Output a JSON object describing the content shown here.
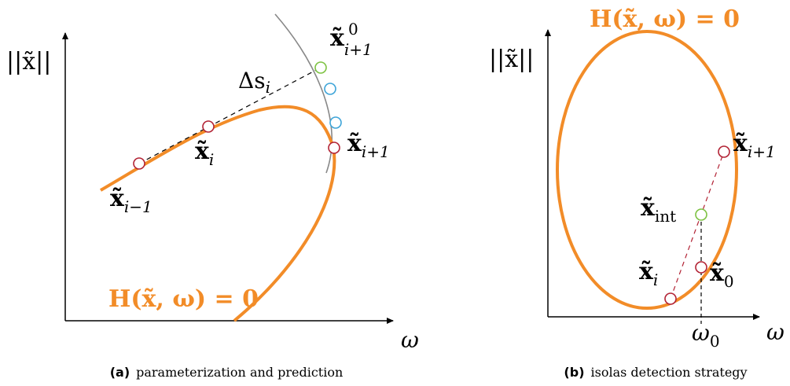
{
  "panel_a": {
    "y_axis_label": "||x̃||",
    "x_axis_label": "ω",
    "arc_label": "Δs",
    "arc_label_sub": "i",
    "point_prev": {
      "base": "x̃",
      "sub": "i−1"
    },
    "point_curr": {
      "base": "x̃",
      "sub": "i"
    },
    "point_next": {
      "base": "x̃",
      "sub": "i+1"
    },
    "predictor": {
      "base": "x̃",
      "sub": "i+1",
      "sup": "0"
    },
    "equation": "H(x̃, ω) = 0",
    "caption_tag": "(a)",
    "caption_text": "parameterization and prediction"
  },
  "panel_b": {
    "y_axis_label": "||x̃||",
    "x_axis_label": "ω",
    "omega0": {
      "base": "ω",
      "sub": "0"
    },
    "point_i": {
      "base": "x̃",
      "sub": "i"
    },
    "point_next": {
      "base": "x̃",
      "sub": "i+1"
    },
    "point_int": {
      "base": "x̃",
      "sub": "int"
    },
    "point_0": {
      "base": "x̃",
      "sub": "0"
    },
    "equation": "H(x̃, ω) = 0",
    "caption_tag": "(b)",
    "caption_text": "isolas detection strategy"
  },
  "colors": {
    "curve": "#F28C28",
    "axis": "#000000",
    "sphere": "#888888",
    "red_marker": "#B22234",
    "green_marker": "#7DC242",
    "blue_marker": "#3DA4D8",
    "secant": "#B22234"
  }
}
